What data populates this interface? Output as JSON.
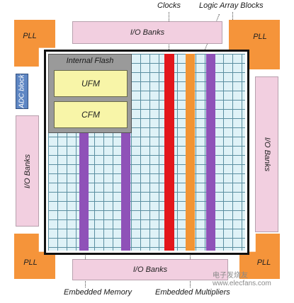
{
  "callouts": {
    "clocks": "Clocks",
    "logic_array_blocks": "Logic Array Blocks",
    "embedded_memory": "Embedded Memory",
    "embedded_multipliers": "Embedded Multipliers"
  },
  "pll_label": "PLL",
  "io_banks_label": "I/O Banks",
  "adc_label": "ADC block",
  "internal_flash": {
    "title": "Internal Flash",
    "ufm": "UFM",
    "cfm": "CFM"
  },
  "watermark": "电子发烧友 www.elecfans.com",
  "colors": {
    "pll": "#f5943a",
    "io_bank": "#f2cfe0",
    "adc": "#5e86c3",
    "logic_grid": "#dff2f7",
    "embedded_memory": "#8f52b8",
    "clocks": "#e3161b",
    "embedded_multipliers": "#f29433",
    "flash_panel": "#9a9a9a",
    "flash_block": "#f8f5a8"
  }
}
